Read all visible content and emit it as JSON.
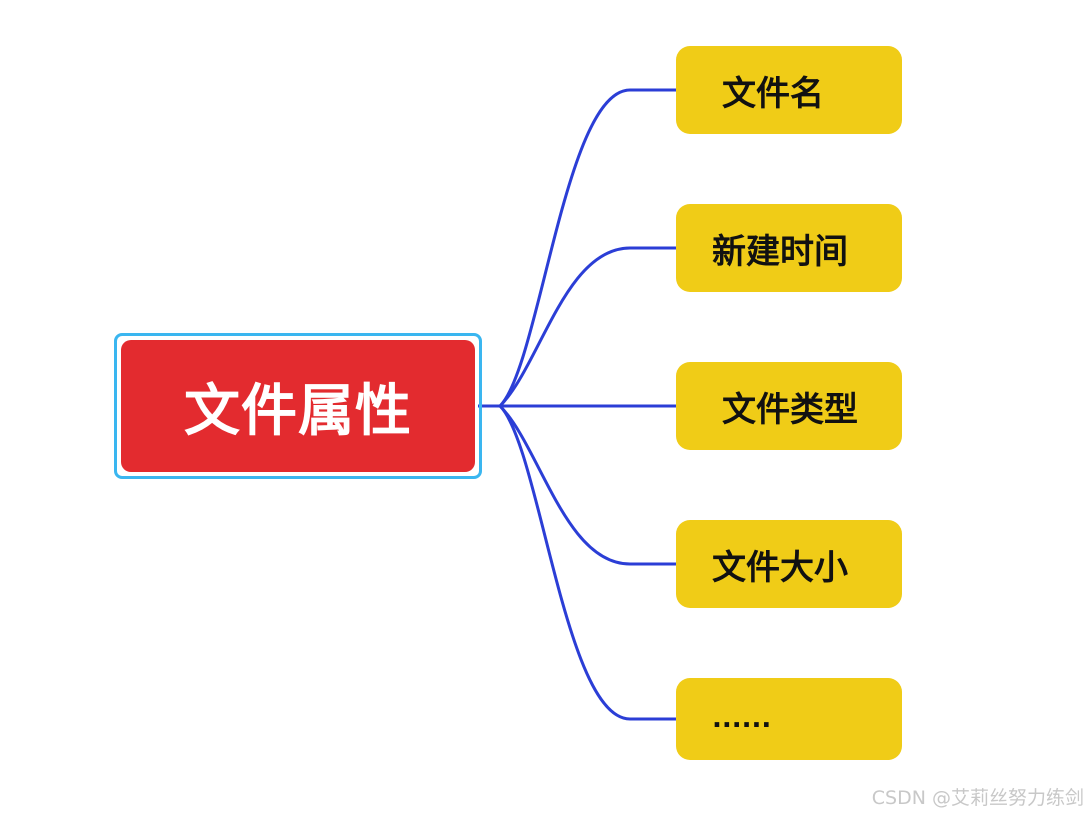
{
  "root": {
    "label": "文件属性",
    "fill_color": "#e32b2f",
    "outline_color": "#3ab6f0"
  },
  "children": [
    {
      "label": "文件名"
    },
    {
      "label": "新建时间"
    },
    {
      "label": "文件类型"
    },
    {
      "label": "文件大小"
    },
    {
      "label": "......"
    }
  ],
  "child_color": "#f0cc17",
  "connector_color": "#2b3ed6",
  "watermark": "CSDN @艾莉丝努力练剑"
}
